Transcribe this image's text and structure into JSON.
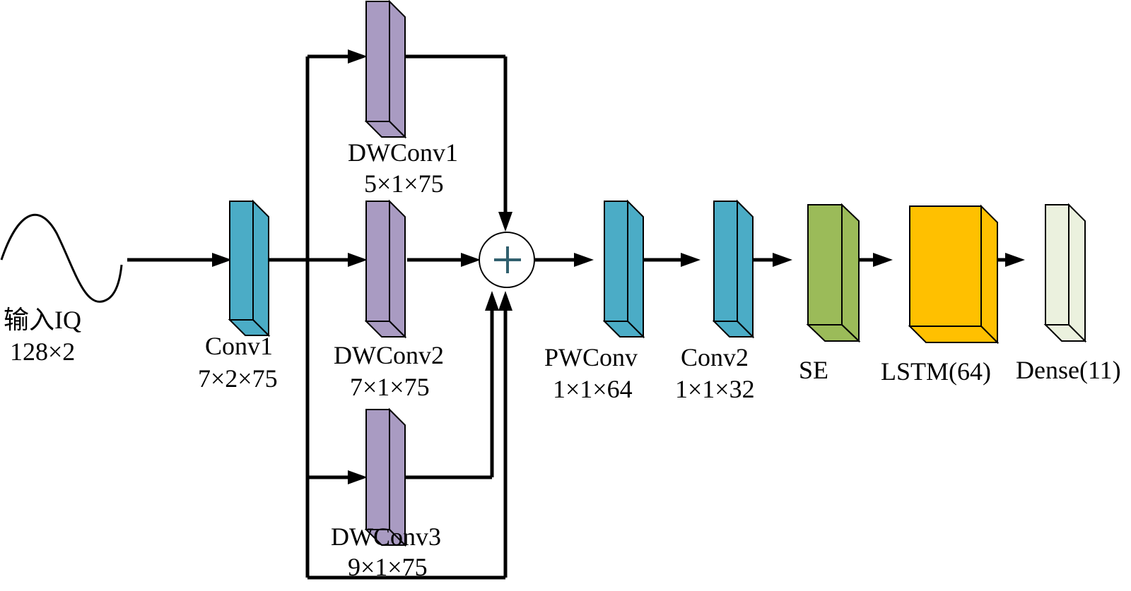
{
  "input": {
    "label": "输入IQ",
    "dims": "128×2"
  },
  "blocks": [
    {
      "id": "conv1",
      "name": "Conv1",
      "dims": "7×2×75",
      "color": "#4BACC6"
    },
    {
      "id": "dwconv1",
      "name": "DWConv1",
      "dims": "5×1×75",
      "color": "#A99BC2"
    },
    {
      "id": "dwconv2",
      "name": "DWConv2",
      "dims": "7×1×75",
      "color": "#A99BC2"
    },
    {
      "id": "dwconv3",
      "name": "DWConv3",
      "dims": "9×1×75",
      "color": "#A99BC2"
    },
    {
      "id": "pwconv",
      "name": "PWConv",
      "dims": "1×1×64",
      "color": "#4BACC6"
    },
    {
      "id": "conv2",
      "name": "Conv2",
      "dims": "1×1×32",
      "color": "#4BACC6"
    },
    {
      "id": "se",
      "name": "SE",
      "dims": "",
      "color": "#9BBB59"
    },
    {
      "id": "lstm",
      "name": "LSTM(64)",
      "dims": "",
      "color": "#FFC000"
    },
    {
      "id": "dense",
      "name": "Dense(11)",
      "dims": "",
      "color": "#EBF1DE"
    }
  ],
  "adder": {
    "symbol": "+",
    "color": "#31606E"
  }
}
